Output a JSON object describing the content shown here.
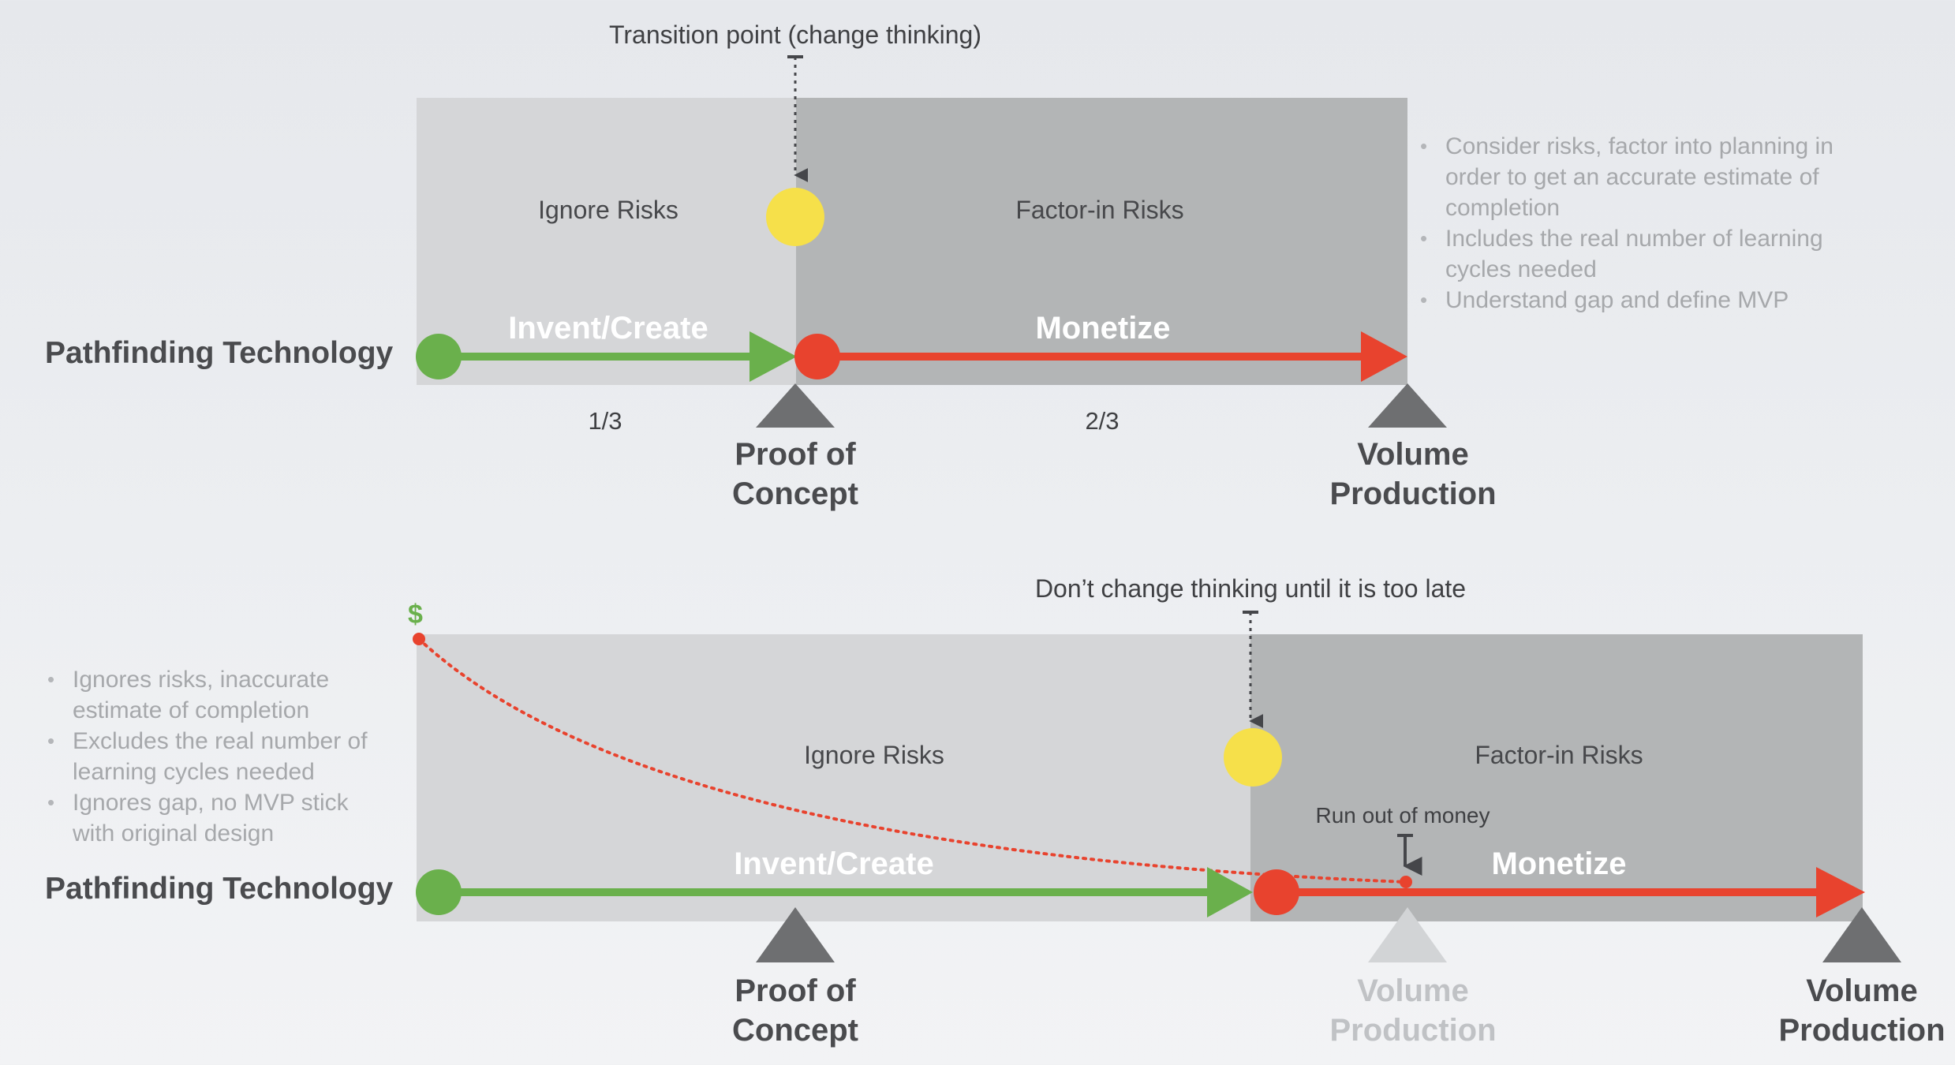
{
  "top": {
    "row_label": "Pathfinding Technology",
    "transition_note": "Transition point (change thinking)",
    "zone_ignore": "Ignore Risks",
    "zone_factor": "Factor-in Risks",
    "phase_invent": "Invent/Create",
    "phase_monetize": "Monetize",
    "frac_first": "1/3",
    "frac_second": "2/3",
    "milestone_poc": "Proof of Concept",
    "milestone_volume": "Volume Production",
    "bullets": [
      "Consider risks, factor into planning in order to get an accurate estimate of completion",
      "Includes the real number of learning cycles needed",
      "Understand gap and define MVP"
    ]
  },
  "bottom": {
    "row_label": "Pathfinding Technology",
    "transition_note": "Don’t change thinking until it is too late",
    "money_note": "Run out of money",
    "money_symbol": "$",
    "zone_ignore": "Ignore Risks",
    "zone_factor": "Factor-in Risks",
    "phase_invent": "Invent/Create",
    "phase_monetize": "Monetize",
    "milestone_poc": "Proof of Concept",
    "milestone_volume_planned": "Volume Production",
    "milestone_volume_actual": "Volume Production",
    "bullets": [
      "Ignores risks, inaccurate estimate of completion",
      "Excludes the real number of learning cycles needed",
      "Ignores gap, no MVP stick with original design"
    ]
  },
  "colors": {
    "zone_light": "#d5d6d8",
    "zone_dark": "#b3b5b6",
    "green": "#6ab04c",
    "red": "#e8432e",
    "yellow": "#f6e04a",
    "marker": "#6e6f71",
    "marker_faded": "#d2d4d6"
  },
  "icons": {
    "transition_dot": "yellow-circle",
    "milestone": "triangle-marker",
    "money": "dollar-sign"
  }
}
